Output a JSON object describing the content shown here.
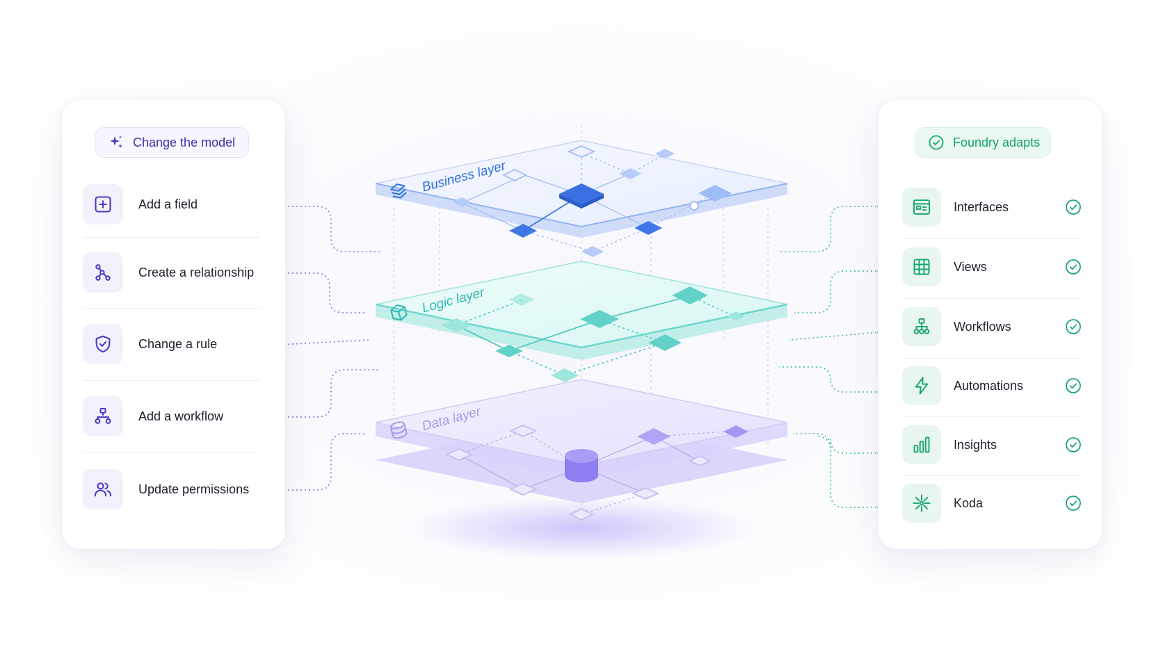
{
  "left_panel": {
    "header": {
      "label": "Change the model",
      "icon": "sparkles-icon"
    },
    "items": [
      {
        "label": "Add a field",
        "icon": "plus-square-icon"
      },
      {
        "label": "Create a relationship",
        "icon": "relationship-graph-icon"
      },
      {
        "label": "Change a rule",
        "icon": "shield-check-icon"
      },
      {
        "label": "Add a workflow",
        "icon": "workflow-icon"
      },
      {
        "label": "Update permissions",
        "icon": "users-icon"
      }
    ]
  },
  "layers": [
    {
      "label": "Business layer",
      "icon": "stack-icon",
      "color": "#2f6fe0"
    },
    {
      "label": "Logic layer",
      "icon": "cube-icon",
      "color": "#1fb5b1"
    },
    {
      "label": "Data layer",
      "icon": "database-icon",
      "color": "#8b7ee8"
    }
  ],
  "right_panel": {
    "header": {
      "label": "Foundry adapts",
      "icon": "check-circle-icon"
    },
    "items": [
      {
        "label": "Interfaces",
        "icon": "browser-window-icon"
      },
      {
        "label": "Views",
        "icon": "grid-table-icon"
      },
      {
        "label": "Workflows",
        "icon": "workflow-icon"
      },
      {
        "label": "Automations",
        "icon": "lightning-icon"
      },
      {
        "label": "Insights",
        "icon": "bar-chart-icon"
      },
      {
        "label": "Koda",
        "icon": "sparkle-burst-icon"
      }
    ]
  },
  "colors": {
    "left_accent": "#5b4bd6",
    "right_accent": "#20b27a",
    "business": "#3b7bf0",
    "logic": "#2cc4be",
    "data": "#8a7cf0"
  }
}
